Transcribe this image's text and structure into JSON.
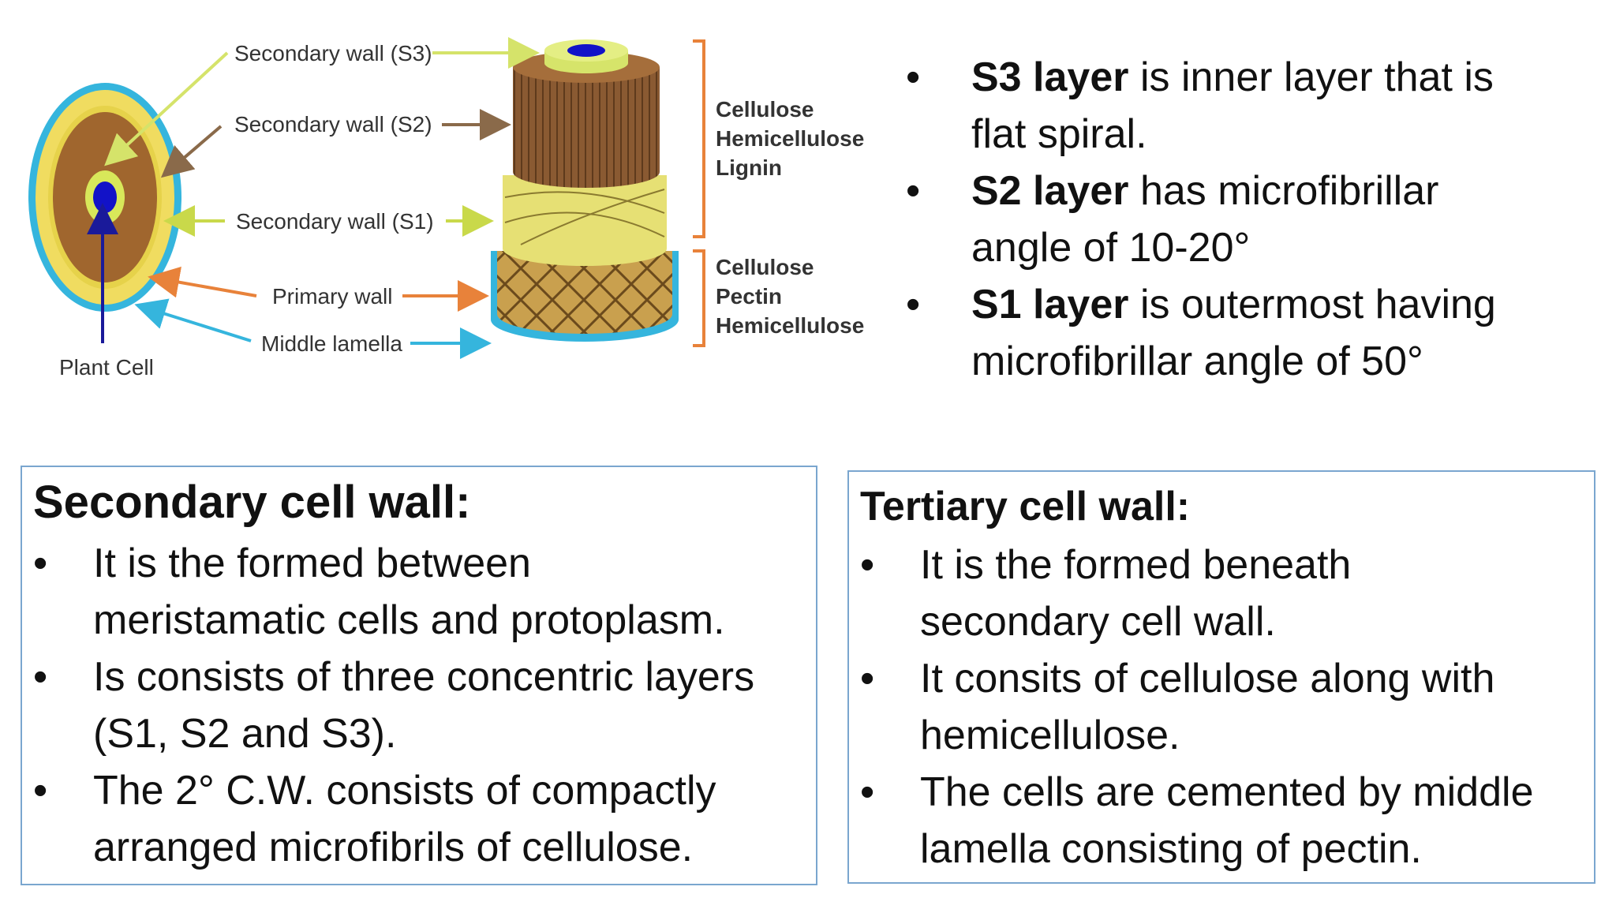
{
  "diagram": {
    "labels": {
      "s3": "Secondary wall (S3)",
      "s2": "Secondary wall (S2)",
      "s1": "Secondary wall (S1)",
      "primary": "Primary wall",
      "middle": "Middle lamella",
      "plant_cell": "Plant Cell"
    },
    "bracket_top": [
      "Cellulose",
      "Hemicellulose",
      "Lignin"
    ],
    "bracket_bottom": [
      "Cellulose",
      "Pectin",
      "Hemicellulose"
    ],
    "colors": {
      "s3_arrow": "#d5e36a",
      "s2_arrow": "#8a6a4a",
      "s1_arrow": "#c9d94a",
      "primary_arrow": "#e8823a",
      "middle_arrow": "#35b5dd",
      "plant_cell_arrow": "#1a1a9a",
      "bracket": "#e8823a"
    }
  },
  "layers": {
    "s3": {
      "bold": "S3 layer",
      "rest_1": " is inner layer that is",
      "rest_2": "flat spiral."
    },
    "s2": {
      "bold": "S2 layer",
      "rest_1": " has microfibrillar",
      "rest_2": "angle of 10-20°"
    },
    "s1": {
      "bold": "S1 layer",
      "rest_1": " is outermost having",
      "rest_2": "microfibrillar angle of 50°"
    }
  },
  "secondary": {
    "title": "Secondary cell wall:",
    "items": [
      {
        "l1": "It is the formed between",
        "l2": "meristamatic cells and protoplasm."
      },
      {
        "l1": "Is consists of three concentric layers",
        "l2": "(S1, S2 and S3)."
      },
      {
        "l1a": "The 2",
        "l1b": "°",
        "l1c": " C.W. consists of compactly",
        "l2": "arranged microfibrils of cellulose."
      }
    ]
  },
  "tertiary": {
    "title": "Tertiary cell wall:",
    "items": [
      {
        "l1": "It is the formed beneath",
        "l2": "secondary cell wall."
      },
      {
        "l1": "It consits of cellulose along with",
        "l2": "hemicellulose."
      },
      {
        "l1": "The cells are cemented by middle",
        "l2": "lamella consisting of pectin."
      }
    ]
  }
}
